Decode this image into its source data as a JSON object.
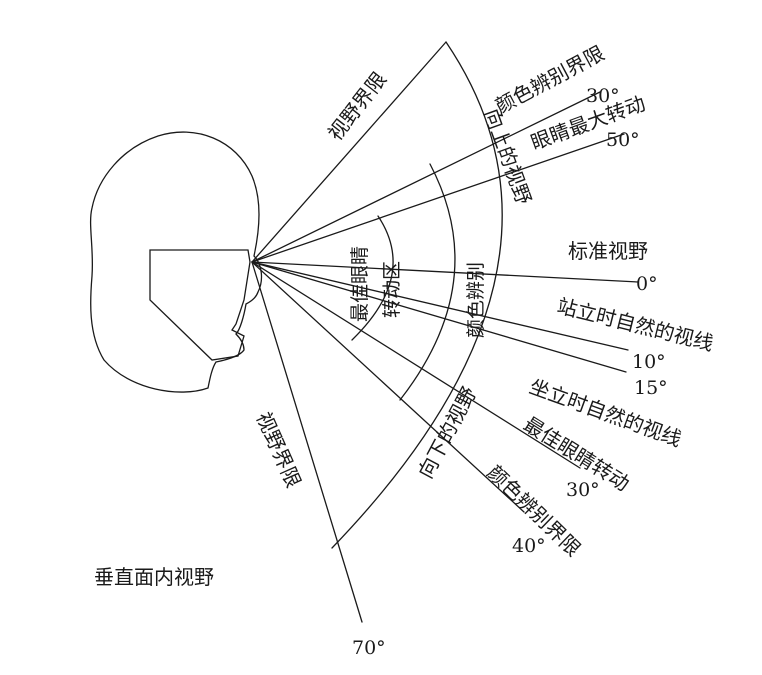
{
  "labels": {
    "field_limit_upper": "视野界限",
    "color_limit_upper": "颜色辨别界限",
    "upward_view": "向上的视野",
    "eye_max_rotation": "眼睛最大转动",
    "standard_view": "标准视野",
    "optimal_eye_zone": "最佳眼睛",
    "optimal_eye_zone_2": "转动区",
    "color_discrimination": "颜色辨别",
    "standing_sightline": "站立时自然的视线",
    "sitting_sightline": "坐立时自然的视线",
    "optimal_eye_rotation": "最佳眼睛转动",
    "downward_view": "向下的视野",
    "color_limit_lower": "颜色辨别界限",
    "field_limit_lower": "视野界限",
    "title": "垂直面内视野"
  },
  "angles": {
    "a30_up": "30°",
    "a50_up": "50°",
    "a0": "0°",
    "a10": "10°",
    "a15": "15°",
    "a30_down": "30°",
    "a40_down": "40°",
    "a70_down": "70°"
  }
}
